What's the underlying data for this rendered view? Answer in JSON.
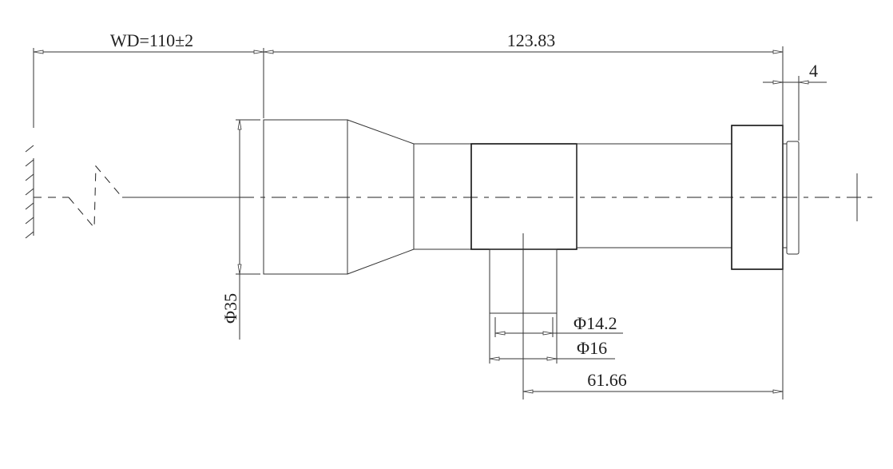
{
  "drawing": {
    "working_distance": "WD=110±2",
    "total_length": "123.83",
    "mount_offset": "4",
    "front_diameter": "Φ35",
    "port_inner_diameter": "Φ14.2",
    "port_outer_diameter": "Φ16",
    "port_position": "61.66"
  }
}
